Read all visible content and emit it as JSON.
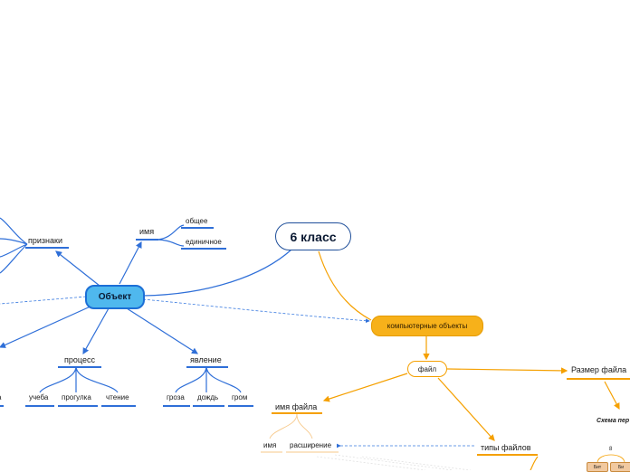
{
  "nodes": {
    "object": "Объект",
    "grade": "6 класс",
    "computer_objects": "компьютерные объекты",
    "file": "файл",
    "file_size": "Размер файла",
    "file_name": "имя файла",
    "file_types": "типы файлов",
    "scheme": "Схема пер",
    "bit1": "Бит",
    "bit2": "Би",
    "scheme_num": "8"
  },
  "blue_branches": {
    "signs": "признаки",
    "name": "имя",
    "process": "процесс",
    "phenomenon": "явление"
  },
  "name_children": [
    "общее",
    "единичное"
  ],
  "process_children": [
    "учеба",
    "прогулка",
    "чтение"
  ],
  "phenomenon_children": [
    "гроза",
    "дождь",
    "гром"
  ],
  "file_name_children": [
    "имя",
    "расширение"
  ],
  "left_cut_label": "а",
  "colors": {
    "blue_line": "#2f6fd8",
    "blue_center": "#4fb8ee",
    "orange_line": "#f5a000",
    "orange_node": "#f7b11a",
    "grade_border": "#1f4f9a"
  }
}
